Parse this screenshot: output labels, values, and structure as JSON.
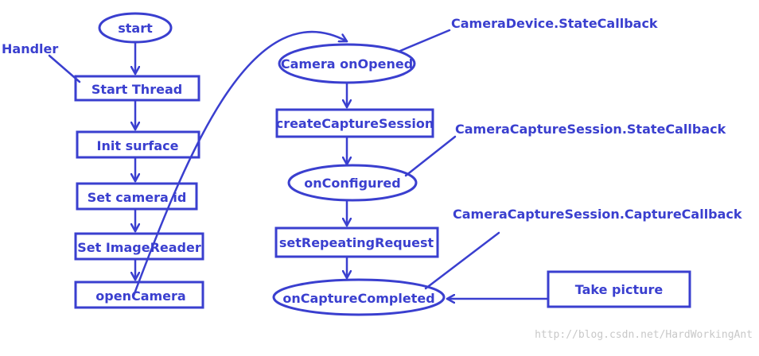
{
  "colors": {
    "stroke": "#3a3fcf",
    "text": "#3a3fcf",
    "watermark": "#c8c8c8"
  },
  "nodes": {
    "start": "start",
    "start_thread": "Start Thread",
    "init_surface": "Init surface",
    "set_camera_id": "Set camera id",
    "set_image_reader": "Set ImageReader",
    "open_camera": "openCamera",
    "camera_on_opened": "Camera onOpened",
    "create_capture_session": "createCaptureSession",
    "on_configured": "onConfigured",
    "set_repeating_request": "setRepeatingRequest",
    "on_capture_completed": "onCaptureCompleted",
    "take_picture": "Take picture"
  },
  "callouts": {
    "handler": "Handler",
    "camera_device_state_callback": "CameraDevice.StateCallback",
    "capture_session_state_callback": "CameraCaptureSession.StateCallback",
    "capture_session_capture_callback": "CameraCaptureSession.CaptureCallback"
  },
  "watermark": "http://blog.csdn.net/HardWorkingAnt"
}
